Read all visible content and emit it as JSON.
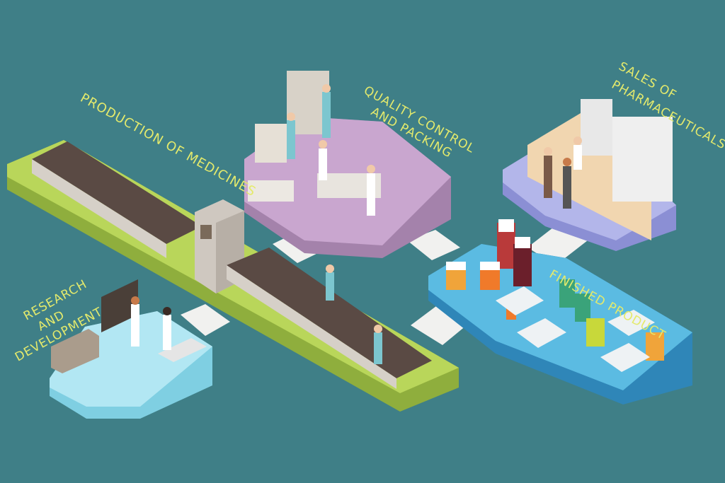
{
  "labels": {
    "production": "PRODUCTION OF MEDICINES",
    "quality_line1": "QUALITY CONTROL",
    "quality_line2": "AND PACKING",
    "sales_line1": "SALES OF",
    "sales_line2": "PHARMACEUTICALS",
    "finished": "FINISHED PRODUCT",
    "research_line1": "RESEARCH",
    "research_line2": "AND",
    "research_line3": "DEVELOPMENT"
  },
  "colors": {
    "background": "#3f7f87",
    "label_text": "#e4ea6c",
    "production_platform": "#b9d65a",
    "quality_platform": "#c9a6cf",
    "sales_platform": "#b3b6ea",
    "finished_platform": "#5bbbe2",
    "research_platform": "#b2e7f3"
  }
}
